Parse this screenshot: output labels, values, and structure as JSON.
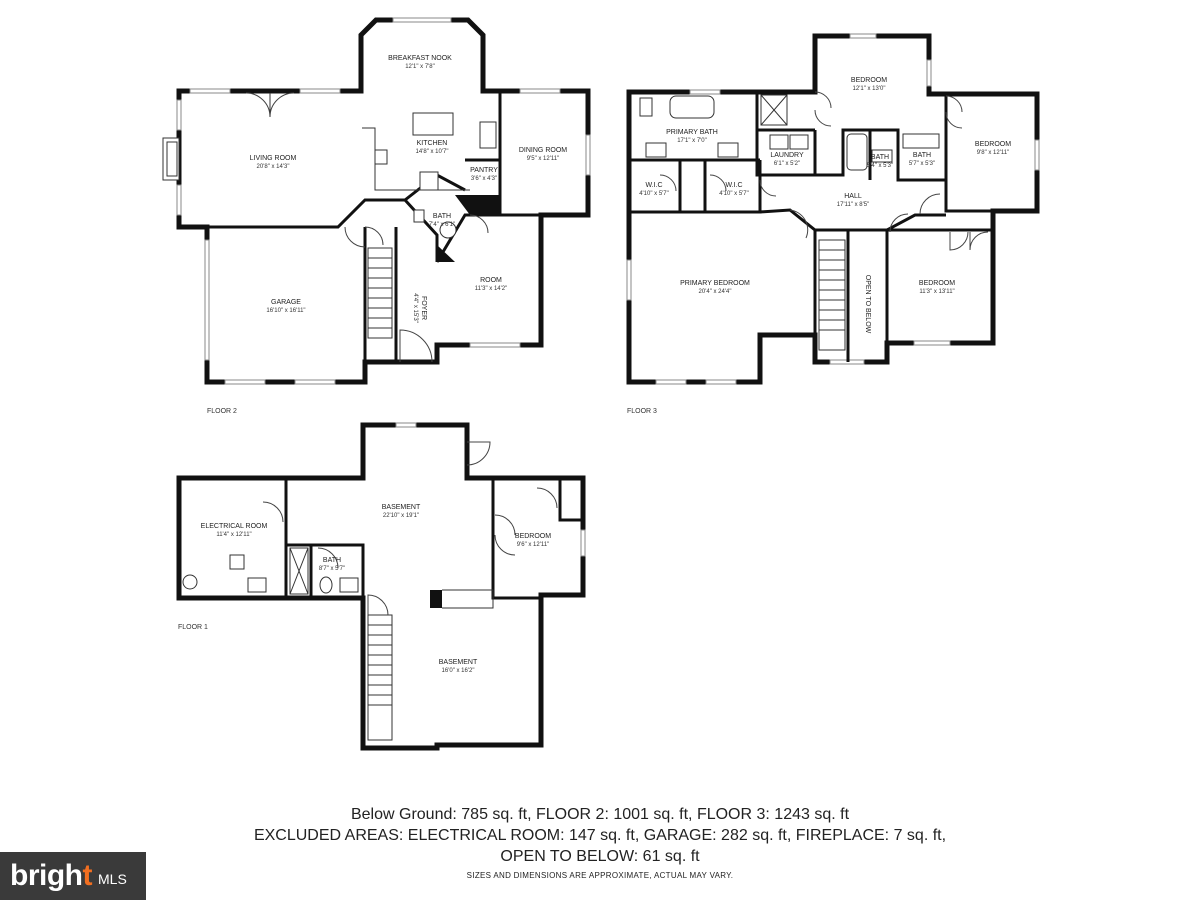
{
  "floors": {
    "floor2": {
      "label": "FLOOR 2",
      "rooms": {
        "breakfast_nook": {
          "name": "BREAKFAST NOOK",
          "dim": "12'1\" x 7'8\""
        },
        "kitchen": {
          "name": "KITCHEN",
          "dim": "14'8\" x 10'7\""
        },
        "living_room": {
          "name": "LIVING ROOM",
          "dim": "20'8\" x 14'3\""
        },
        "dining_room": {
          "name": "DINING ROOM",
          "dim": "9'5\" x 12'11\""
        },
        "pantry": {
          "name": "PANTRY",
          "dim": "3'6\" x 4'3\""
        },
        "bath": {
          "name": "BATH",
          "dim": "7'4\" x 6'1\""
        },
        "garage": {
          "name": "GARAGE",
          "dim": "16'10\" x 16'11\""
        },
        "foyer": {
          "name": "FOYER",
          "dim": "4'4\" x 15'3\""
        },
        "room": {
          "name": "ROOM",
          "dim": "11'3\" x 14'2\""
        }
      }
    },
    "floor3": {
      "label": "FLOOR 3",
      "rooms": {
        "bedroom_top": {
          "name": "BEDROOM",
          "dim": "12'1\" x 13'0\""
        },
        "primary_bath": {
          "name": "PRIMARY BATH",
          "dim": "17'1\" x 7'0\""
        },
        "laundry": {
          "name": "LAUNDRY",
          "dim": "6'1\" x 5'2\""
        },
        "bath_a": {
          "name": "BATH",
          "dim": "5'4\" x 5'3\""
        },
        "bath_b": {
          "name": "BATH",
          "dim": "5'7\" x 5'3\""
        },
        "bedroom_right": {
          "name": "BEDROOM",
          "dim": "9'8\" x 12'11\""
        },
        "wic_a": {
          "name": "W.I.C",
          "dim": "4'10\" x 5'7\""
        },
        "wic_b": {
          "name": "W.I.C",
          "dim": "4'10\" x 5'7\""
        },
        "hall": {
          "name": "HALL",
          "dim": "17'11\" x 8'5\""
        },
        "primary_bedroom": {
          "name": "PRIMARY BEDROOM",
          "dim": "20'4\" x 24'4\""
        },
        "open_to_below": {
          "name": "OPEN TO BELOW"
        },
        "bedroom_bottom": {
          "name": "BEDROOM",
          "dim": "11'3\" x 13'11\""
        }
      }
    },
    "floor1": {
      "label": "FLOOR 1",
      "rooms": {
        "basement_top": {
          "name": "BASEMENT",
          "dim": "22'10\" x 19'1\""
        },
        "electrical_room": {
          "name": "ELECTRICAL ROOM",
          "dim": "11'4\" x 12'11\""
        },
        "bath": {
          "name": "BATH",
          "dim": "8'7\" x 5'7\""
        },
        "bedroom": {
          "name": "BEDROOM",
          "dim": "9'6\" x 12'11\""
        },
        "basement_bottom": {
          "name": "BASEMENT",
          "dim": "16'0\" x 16'2\""
        }
      }
    }
  },
  "summary": {
    "line1": "Below Ground: 785 sq. ft, FLOOR 2: 1001 sq. ft, FLOOR 3: 1243 sq. ft",
    "line2": "EXCLUDED AREAS: ELECTRICAL ROOM: 147 sq. ft, GARAGE: 282 sq. ft, FIREPLACE: 7 sq. ft,",
    "line3": "OPEN TO BELOW: 61 sq. ft",
    "disclaimer": "SIZES AND DIMENSIONS ARE APPROXIMATE, ACTUAL MAY VARY."
  },
  "logo": {
    "word": "bright",
    "suffix": "MLS",
    "accent_color": "#f26f21",
    "background": "#3a3a3a"
  }
}
